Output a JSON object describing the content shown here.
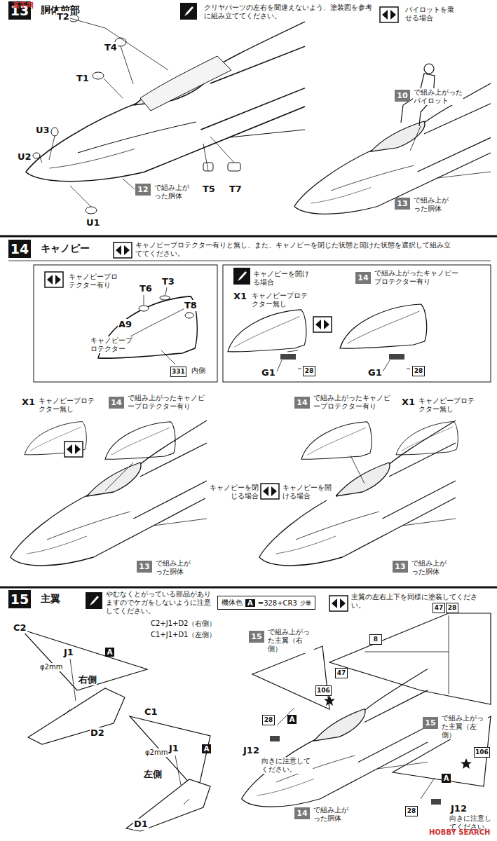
{
  "diagram": {
    "nodes": [
      {
        "text": [
          "13",
          "胴体前部"
        ]
      },
      {
        "text": [
          "14",
          "キャノピー"
        ]
      },
      {
        "text": [
          "15",
          "主翼"
        ]
      },
      {
        "text": [
          "機体色",
          "A",
          "=328+CR3",
          "少量"
        ]
      }
    ],
    "labels": [
      "高手网",
      "クリヤパーツの左右を間違えないよう、塗装図を参考に組み立ててください。",
      "パイロットを乗せる場合",
      "T2",
      "T4",
      "T1",
      "U3",
      "U2",
      "U1",
      "T5",
      "T7",
      "12",
      "で組み上がった胴体",
      "10",
      "で組み上がったパイロット",
      "13",
      "で組み上がった胴体",
      "キャノピープロテクター有りと無し、また、キャノピーを閉じた状態と開けた状態を選択して組み立ててください。",
      "キャノピープロテクター有り",
      "T6",
      "T3",
      "T8",
      "A9",
      "キャノピープロテクター",
      "331",
      "内側",
      "キャノピーを開ける場合",
      "X1",
      "キャノピープロテクター無し",
      "14",
      "で組み上がったキャノピープロテクター有り",
      "G1",
      "28",
      "G1",
      "28",
      "X1",
      "キャノピープロテクター無し",
      "14",
      "で組み上がったキャノピープロテクター有り",
      "キャノピーを閉じる場合",
      "14",
      "で組み上がったキャノピープロテクター有り",
      "X1",
      "キャノピープロテクター無し",
      "キャノピーを開ける場合",
      "13",
      "で組み上がった胴体",
      "13",
      "で組み上がった胴体",
      "やむなくとがっている部品がありますのでケガをしないように注意してください。",
      "主翼の左右上下を同様に塗装してください。",
      "47",
      "28",
      "8",
      "47",
      "C2",
      "C2+J1+D2（右側）",
      "C1+J1+D1（左側）",
      "J1",
      "A",
      "右側",
      "φ2mm",
      "D2",
      "C1",
      "φ2mm",
      "J1",
      "A",
      "左側",
      "D1",
      "15",
      "で組み上がった主翼（右側）",
      "106",
      "28",
      "A",
      "J12",
      "向きに注意してください。",
      "14",
      "で組み上がった胴体",
      "15",
      "で組み上がった主翼（左側）",
      "A",
      "106",
      "28",
      "J12",
      "向きに注意してください。",
      "HOBBY SEARCH"
    ]
  }
}
